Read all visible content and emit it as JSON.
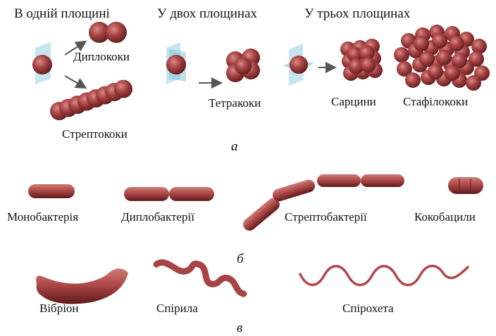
{
  "headers": {
    "one_plane": "В одній площині",
    "two_planes": "У двох площинах",
    "three_planes": "У трьох площинах"
  },
  "cocci": {
    "diplococci": "Диплококи",
    "streptococci": "Стрептококи",
    "tetracocci": "Тетракоки",
    "sarcina": "Сарцини",
    "staphylococci": "Стафілококи",
    "section_label": "а"
  },
  "rods": {
    "monobacterium": "Монобактерія",
    "diplobacteria": "Диплобактерії",
    "streptobacteria": "Стрептобактерії",
    "coccobacilli": "Кокобацили",
    "section_label": "б"
  },
  "spirals": {
    "vibrio": "Вібріон",
    "spirillum": "Спірила",
    "spirochete": "Спірохета",
    "section_label": "в"
  },
  "colors": {
    "cell_fill": "#9c3a3a",
    "cell_dark": "#6a1f22",
    "cell_light": "#c86a6a",
    "plane_blue": "#9fd3e6",
    "arrow": "#555555"
  }
}
